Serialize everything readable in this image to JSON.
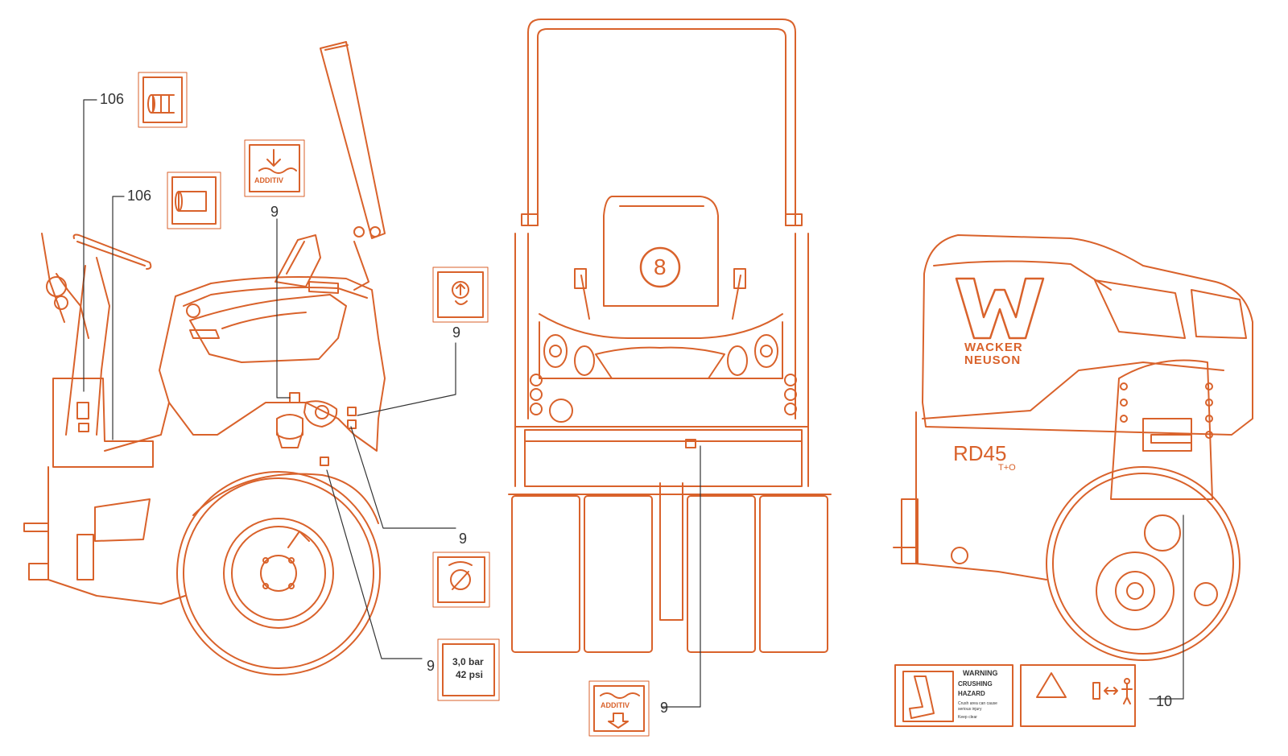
{
  "callouts": {
    "c106_top": "106",
    "c106_bottom": "106",
    "c9_a": "9",
    "c9_b": "9",
    "c9_c": "9",
    "c9_d": "9",
    "c9_e": "9",
    "c10": "10"
  },
  "decals": {
    "additiv_top": "ADDITIV",
    "additiv_bottom": "ADDITIV",
    "pressure_bar": "3,0 bar",
    "pressure_psi": "42 psi",
    "warning_title": "WARNING",
    "warning_line1": "CRUSHING",
    "warning_line2": "HAZARD",
    "warning_small1": "Crush area can cause",
    "warning_small2": "serious injury",
    "warning_small3": "Keep clear"
  },
  "machine": {
    "brand_line1": "WACKER",
    "brand_line2": "NEUSON",
    "model": "RD45",
    "model_suffix": "T+O",
    "seat_number": "8"
  },
  "colors": {
    "line": "#d9622b",
    "callout_text": "#333333",
    "background": "#ffffff"
  }
}
